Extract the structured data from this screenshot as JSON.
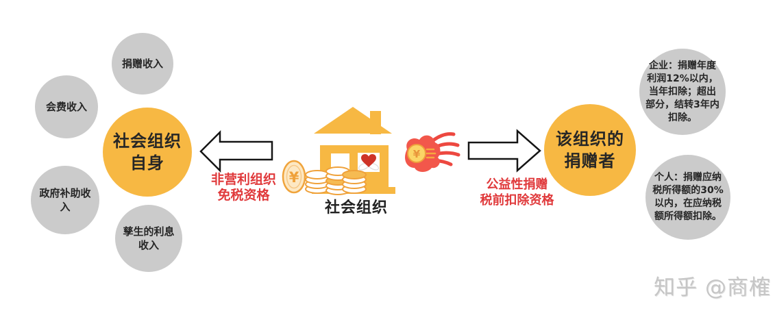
{
  "diagram": {
    "left": {
      "satellites": [
        {
          "label": "捐赠收入"
        },
        {
          "label": "会费收入"
        },
        {
          "label": "政府补助收\n入"
        },
        {
          "label": "孳生的利息\n收入"
        }
      ],
      "hub_label": "社会组织\n自身",
      "arrow_caption": "非营利组织\n免税资格"
    },
    "center": {
      "house_label": "社会组织",
      "coin_symbol": "¥"
    },
    "right": {
      "arrow_caption": "公益性捐赠\n税前扣除资格",
      "hub_label": "该组织的\n捐赠者",
      "satellites": [
        {
          "label": "企业：捐赠年度\n利润12%以内，\n当年扣除；超出\n部分，结转3年内\n扣除。"
        },
        {
          "label": "个人：捐赠应纳\n税所得额的30%\n以内，在应纳税\n额所得额扣除。"
        }
      ]
    },
    "watermark": "知乎 @商榷"
  },
  "colors": {
    "hub_orange": "#F7B843",
    "satellite_gray": "#CBCBCB",
    "caption_red": "#E0393B",
    "text_dark": "#262626",
    "house_orange": "#F7B843",
    "heart_red": "#CE3328",
    "hand_red": "#F2574B",
    "coin_outline_orange": "#EFA13A",
    "coin_fill_cream": "#FDE8C3",
    "watermark_gray": "#C6C6C6"
  }
}
